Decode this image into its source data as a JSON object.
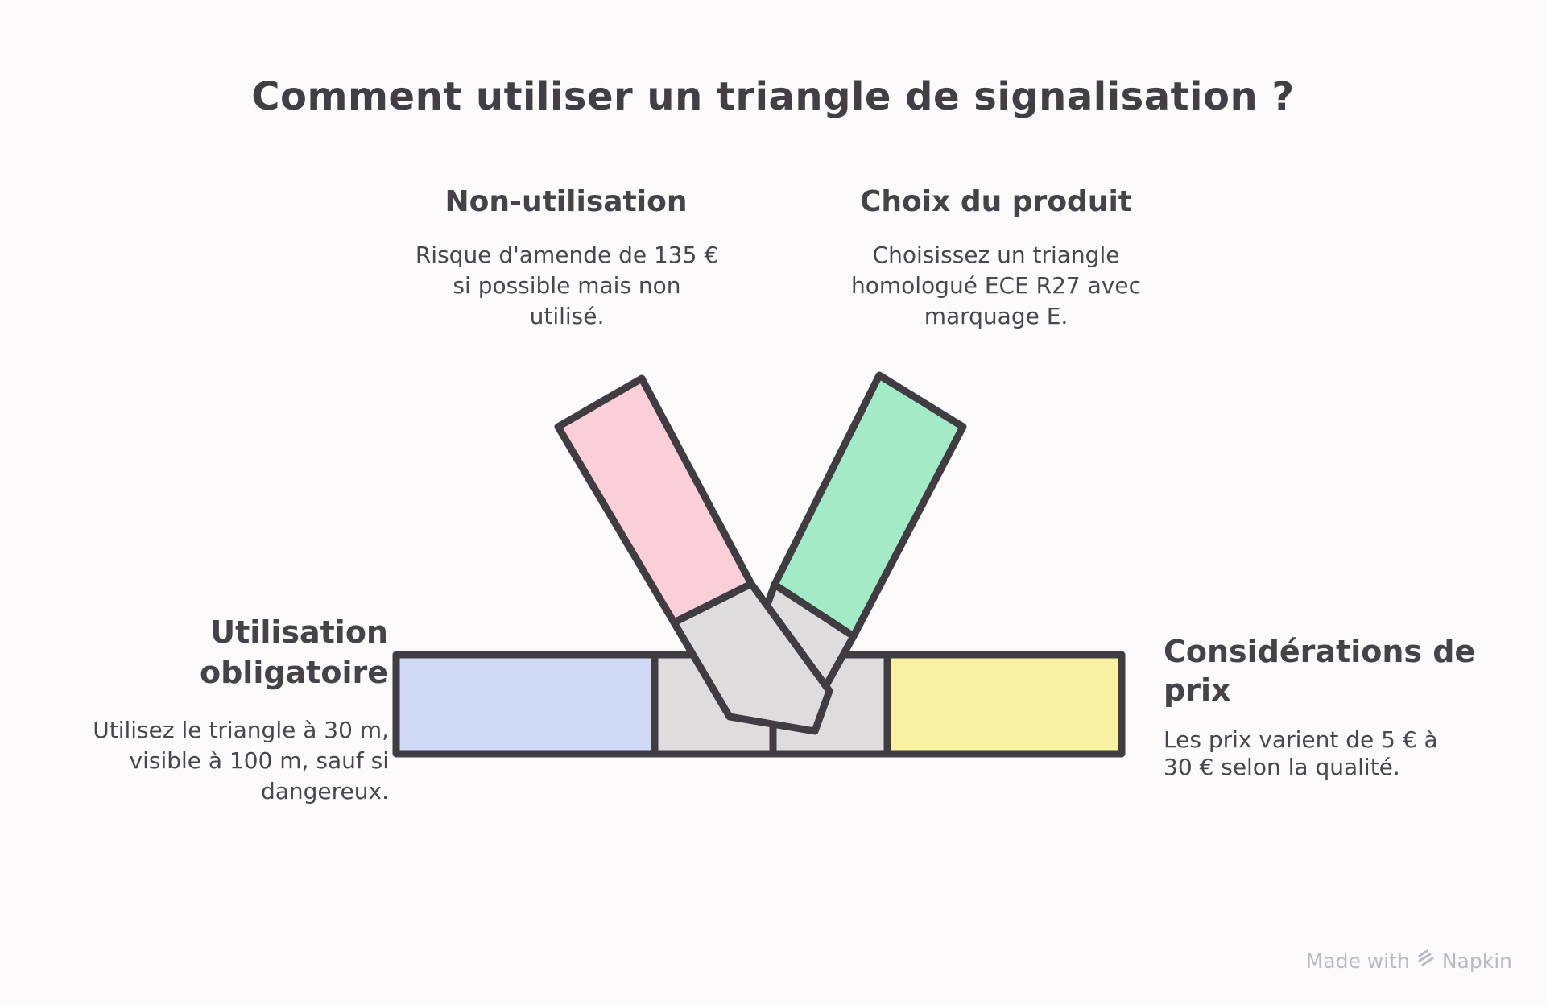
{
  "title": "Comment utiliser un triangle de signalisation ?",
  "sections": {
    "non_utilisation": {
      "heading": "Non-utilisation",
      "body": "Risque d'amende de 135 € si possible mais non utilisé."
    },
    "choix_du_produit": {
      "heading": "Choix du produit",
      "body": "Choisissez un triangle homologué ECE R27 avec marquage E."
    },
    "utilisation_obligatoire": {
      "heading": "Utilisation obligatoire",
      "body": "Utilisez le triangle à 30 m, visible à 100 m, sauf si dangereux."
    },
    "considerations_de_prix": {
      "heading": "Considérations de prix",
      "body": "Les prix varient de 5 € à 30 € selon la qualité."
    }
  },
  "illustration": {
    "kind": "crossed-bars-v-over-horizontal-bar",
    "left_diagonal_color_name": "pink",
    "right_diagonal_color_name": "green",
    "bar_left_color_name": "blue",
    "bar_right_color_name": "yellow",
    "neutral_color_name": "gray"
  },
  "watermark": {
    "made_with": "Made with",
    "brand": "Napkin",
    "logo_icon": "napkin-chevron-icon"
  },
  "colors": {
    "outline": "#413c41",
    "pink": "#fbcfd7",
    "green": "#a3eac6",
    "blue": "#cfdaf7",
    "yellow": "#f8f1a4",
    "gray": "#dfdcdd",
    "background": "#fcfafb",
    "text": "#4b464b",
    "watermark": "#bcb9bf"
  }
}
